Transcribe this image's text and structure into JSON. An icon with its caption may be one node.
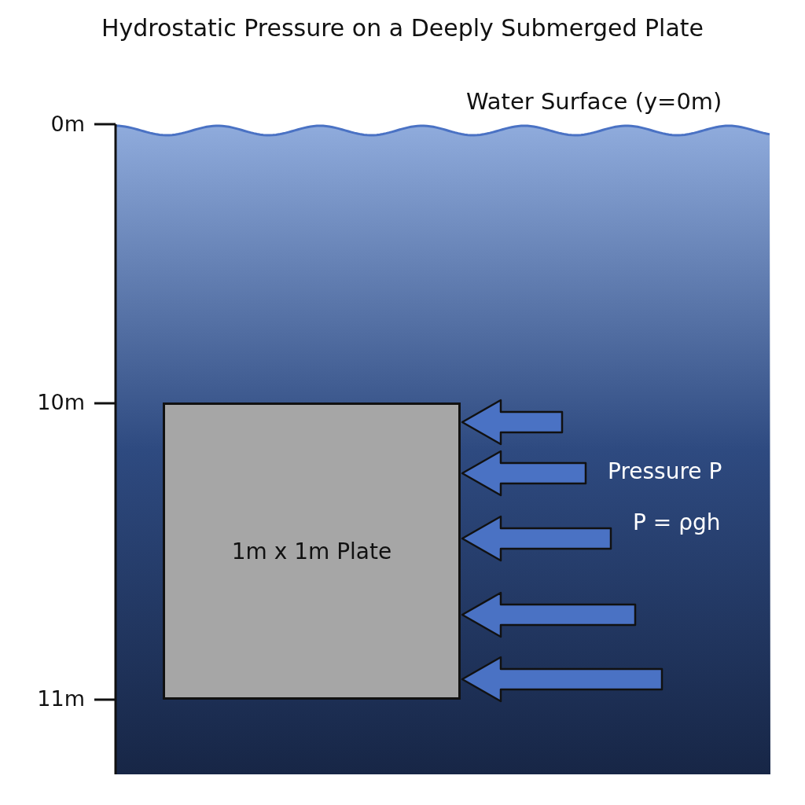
{
  "diagram": {
    "title": "Hydrostatic Pressure on a Deeply Submerged Plate",
    "nodes": [
      {
        "text": [
          "1m x 1m Plate"
        ]
      }
    ],
    "labels": [
      "Water Surface (y=0m)",
      "0m",
      "10m",
      "11m",
      "Pressure P",
      "P = ρgh"
    ]
  }
}
